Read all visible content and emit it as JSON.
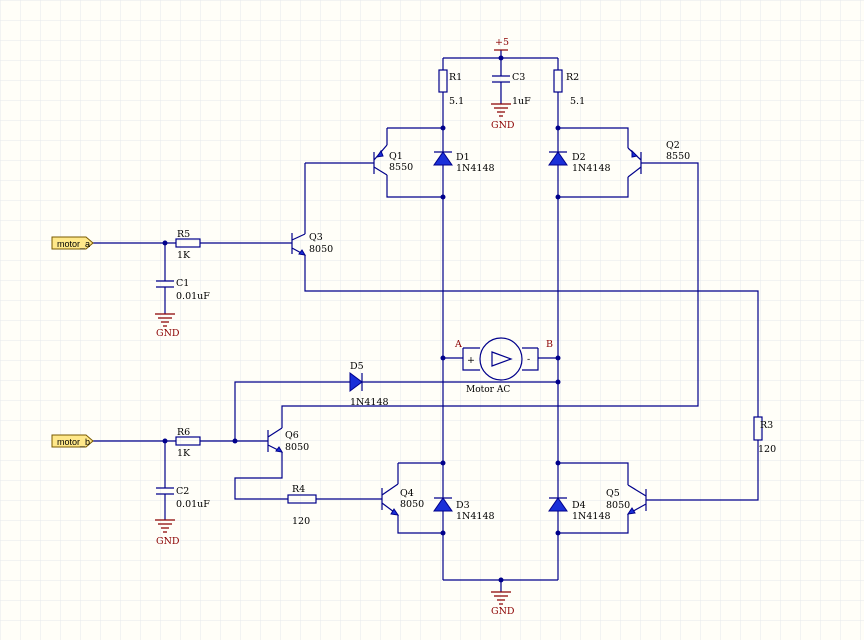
{
  "colors": {
    "wire": "#00008b",
    "diode_fill": "#1a2fd8",
    "power_label": "#8b0000",
    "port_fill": "#ffe88a",
    "grid": "#e6e8ec",
    "background": "#fffef8"
  },
  "ports": {
    "motor_a": "motor_a",
    "motor_b": "motor_b"
  },
  "power": {
    "vcc": "+5",
    "gnd": "GND"
  },
  "resistors": {
    "R1": {
      "ref": "R1",
      "value": "5.1"
    },
    "R2": {
      "ref": "R2",
      "value": "5.1"
    },
    "R3": {
      "ref": "R3",
      "value": "120"
    },
    "R4": {
      "ref": "R4",
      "value": "120"
    },
    "R5": {
      "ref": "R5",
      "value": "1K"
    },
    "R6": {
      "ref": "R6",
      "value": "1K"
    }
  },
  "capacitors": {
    "C1": {
      "ref": "C1",
      "value": "0.01uF"
    },
    "C2": {
      "ref": "C2",
      "value": "0.01uF"
    },
    "C3": {
      "ref": "C3",
      "value": "1uF"
    }
  },
  "diodes": {
    "D1": {
      "ref": "D1",
      "value": "1N4148"
    },
    "D2": {
      "ref": "D2",
      "value": "1N4148"
    },
    "D3": {
      "ref": "D3",
      "value": "1N4148"
    },
    "D4": {
      "ref": "D4",
      "value": "1N4148"
    },
    "D5": {
      "ref": "D5",
      "value": "1N4148"
    }
  },
  "transistors": {
    "Q1": {
      "ref": "Q1",
      "value": "8550"
    },
    "Q2": {
      "ref": "Q2",
      "value": "8550"
    },
    "Q3": {
      "ref": "Q3",
      "value": "8050"
    },
    "Q4": {
      "ref": "Q4",
      "value": "8050"
    },
    "Q5": {
      "ref": "Q5",
      "value": "8050"
    },
    "Q6": {
      "ref": "Q6",
      "value": "8050"
    }
  },
  "motor": {
    "label": "Motor AC",
    "node_a": "A",
    "node_b": "B",
    "plus": "+",
    "minus": "-"
  }
}
